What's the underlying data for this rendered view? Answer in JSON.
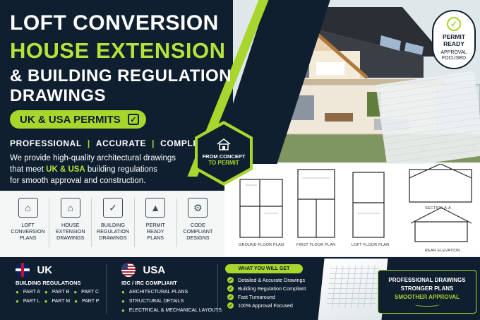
{
  "headline": {
    "line1": "LOFT CONVERSION",
    "line2": "HOUSE EXTENSION",
    "line3": "& BUILDING REGULATION",
    "line4": "DRAWINGS"
  },
  "permits_pill": {
    "label": "UK & USA PERMITS",
    "check": "✓"
  },
  "qualities": [
    "PROFESSIONAL",
    "ACCURATE",
    "COMPLIANT"
  ],
  "qualities_separator": "|",
  "description": {
    "part1": "We provide high-quality architectural drawings",
    "part2": "that meet ",
    "highlight": "UK & USA",
    "part3": " building regulations",
    "part4": "for smooth approval and construction."
  },
  "badge": {
    "check": "✓",
    "title": "PERMIT READY",
    "subtitle": "APPROVAL FOCUSED"
  },
  "concept": {
    "line1": "FROM CONCEPT",
    "line2": "TO PERMIT"
  },
  "services": [
    {
      "icon": "loft-plan-icon",
      "label": "LOFT\nCONVERSION\nPLANS"
    },
    {
      "icon": "house-icon",
      "label": "HOUSE\nEXTENSION\nDRAWINGS"
    },
    {
      "icon": "document-check-icon",
      "label": "BUILDING\nREGULATION\nDRAWINGS"
    },
    {
      "icon": "stamp-icon",
      "label": "PERMIT\nREADY\nPLANS"
    },
    {
      "icon": "gear-check-icon",
      "label": "CODE\nCOMPLIANT\nDESIGNS"
    }
  ],
  "plans": {
    "ground": "GROUND FLOOR PLAN",
    "first": "FIRST FLOOR PLAN",
    "loft": "LOFT FLOOR PLAN",
    "section": "SECTION A-A",
    "elevation": "REAR ELEVATION"
  },
  "uk": {
    "title": "UK",
    "subtitle": "BUILDING REGULATIONS",
    "row1": [
      "PART A",
      "PART B",
      "PART C"
    ],
    "row2": [
      "PART L",
      "PART M",
      "PART P"
    ]
  },
  "usa": {
    "title": "USA",
    "subtitle": "IBC / IRC COMPLIANT",
    "items": [
      "ARCHITECTURAL PLANS",
      "STRUCTURAL DETAILS",
      "ELECTRICAL & MECHANICAL LAYOUTS"
    ]
  },
  "what_you_get": {
    "title": "WHAT YOU WILL GET",
    "items": [
      "Detailed & Accurate Drawings",
      "Building Regulation Compliant",
      "Fast Turnaround",
      "100% Approval Focused"
    ]
  },
  "promo": {
    "line1": "PROFESSIONAL DRAWINGS",
    "line2": "STRONGER PLANS",
    "line3": "SMOOTHER APPROVAL"
  },
  "colors": {
    "navy": "#0f1f30",
    "accent": "#a8d62c",
    "white": "#ffffff"
  }
}
